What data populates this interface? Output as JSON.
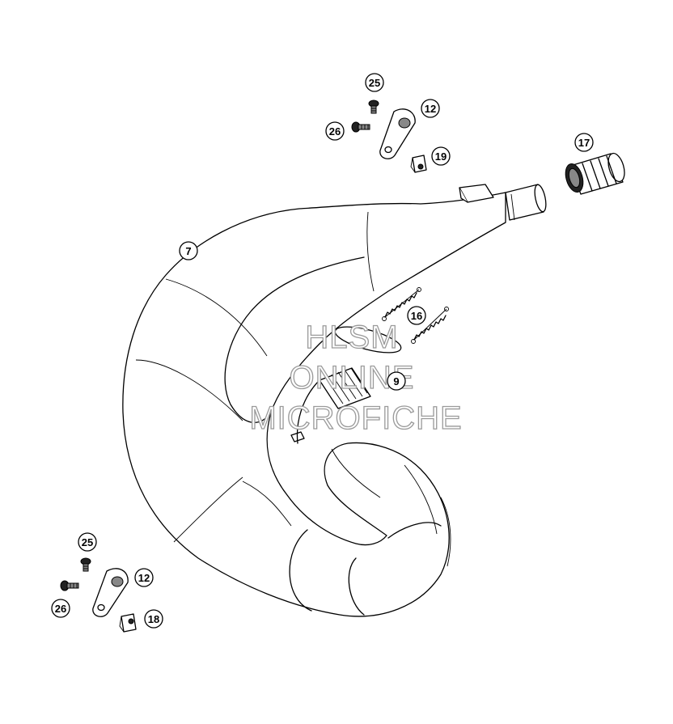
{
  "callouts": {
    "c25_top": "25",
    "c12_top": "12",
    "c26_top": "26",
    "c19": "19",
    "c17": "17",
    "c7": "7",
    "c16": "16",
    "c9": "9",
    "c25_bottom": "25",
    "c12_bottom": "12",
    "c26_bottom": "26",
    "c18": "18"
  },
  "watermark": {
    "line1": "HLSM",
    "line2": "ONLINE",
    "line3": "MICROFICHE"
  }
}
